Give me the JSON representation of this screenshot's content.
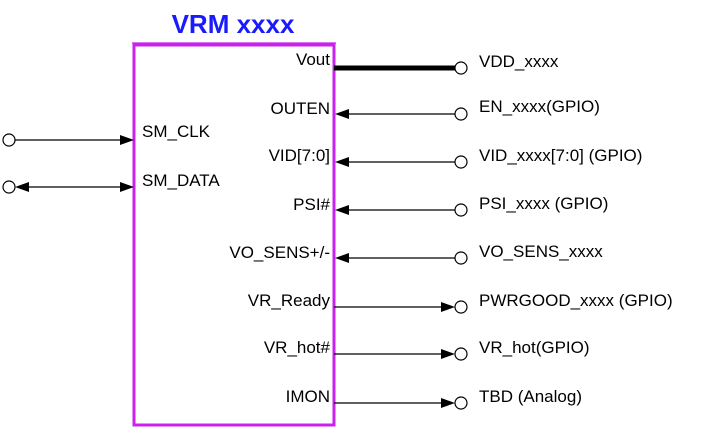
{
  "title": "VRM xxxx",
  "colors": {
    "box": "#c822ee",
    "title": "#1a1aff"
  },
  "left_signals": [
    {
      "pin": "SM_CLK",
      "direction": "in"
    },
    {
      "pin": "SM_DATA",
      "direction": "bidirectional"
    }
  ],
  "right_signals": [
    {
      "pin": "Vout",
      "net": "VDD_xxxx",
      "direction": "power-out"
    },
    {
      "pin": "OUTEN",
      "net": "EN_xxxx(GPIO)",
      "direction": "in"
    },
    {
      "pin": "VID[7:0]",
      "net": "VID_xxxx[7:0] (GPIO)",
      "direction": "in"
    },
    {
      "pin": "PSI#",
      "net": "PSI_xxxx (GPIO)",
      "direction": "in"
    },
    {
      "pin": "VO_SENS+/-",
      "net": "VO_SENS_xxxx",
      "direction": "in"
    },
    {
      "pin": "VR_Ready",
      "net": "PWRGOOD_xxxx (GPIO)",
      "direction": "out"
    },
    {
      "pin": "VR_hot#",
      "net": "VR_hot(GPIO)",
      "direction": "out"
    },
    {
      "pin": "IMON",
      "net": "TBD (Analog)",
      "direction": "out"
    }
  ]
}
